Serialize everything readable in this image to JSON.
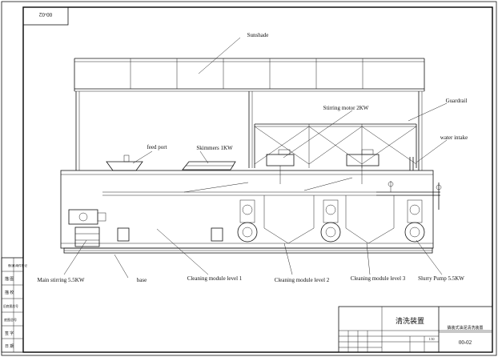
{
  "drawing_number_top": "00-02",
  "labels": {
    "sunshade": "Sunshade",
    "guardrail": "Guardrail",
    "stirring_motor": "Stirring motor 2KW",
    "water_intake": "water intake",
    "feed_port": "feed port",
    "skimmers": "Skimmers 1KW",
    "main_stirring": "Main stirring 5.5KW",
    "base": "base",
    "cleaning_level_1": "Cleaning module level 1",
    "cleaning_level_2": "Cleaning module level 2",
    "cleaning_level_3": "Cleaning module level 3",
    "slurry_pump": "Slurry Pump 5.5KW"
  },
  "title_block": {
    "title": "清洗装置",
    "subtitle": "撬装式油泥清洗装置",
    "drawing_number": "00-02",
    "sheet_info": "1:50"
  },
  "side_block": [
    "借(通)用件登记",
    "描 图",
    "描 校",
    "旧底图总号",
    "底图总号",
    "签 字",
    "日 期"
  ]
}
